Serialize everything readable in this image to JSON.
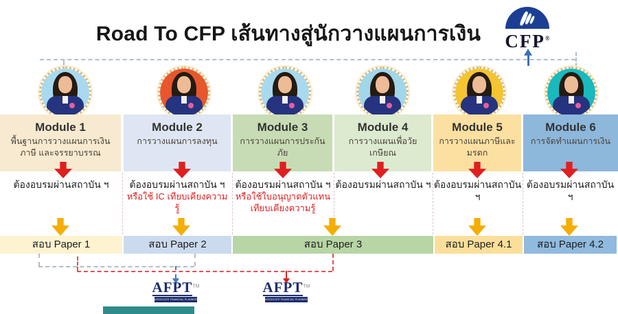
{
  "title": {
    "en": "Road To CFP",
    "th": "เส้นทางสู่นักวางแผนการเงิน"
  },
  "cfp_logo": {
    "label": "CFP",
    "registered": "®"
  },
  "columns": [
    {
      "module": "Module 1",
      "subtitle": "พื้นฐานการวางแผนการเงิน ภาษี และจรรยาบรรณ",
      "training": "ต้องอบรมผ่านสถาบัน ฯ",
      "training_note": "",
      "box_color": "#f7ead0",
      "avatar_color": "#a9d9ee"
    },
    {
      "module": "Module 2",
      "subtitle": "การวางแผนการลงทุน",
      "training": "ต้องอบรมผ่านสถาบัน ฯ",
      "training_note": "หรือใช้ IC เทียบเคียงความรู้",
      "box_color": "#dde6f2",
      "avatar_color": "#e8562d"
    },
    {
      "module": "Module 3",
      "subtitle": "การวางแผนการประกันภัย",
      "training": "ต้องอบรมผ่านสถาบัน ฯ",
      "training_note": "หรือใช้ใบอนุญาตตัวแทน เทียบเคียงความรู้",
      "box_color": "#c7dcb4",
      "avatar_color": "#a9d9ee"
    },
    {
      "module": "Module 4",
      "subtitle": "การวางแผนเพื่อวัยเกษียณ",
      "training": "ต้องอบรมผ่านสถาบัน ฯ",
      "training_note": "",
      "box_color": "#dcead0",
      "avatar_color": "#a2d6e9"
    },
    {
      "module": "Module 5",
      "subtitle": "การวางแผนภาษีและมรดก",
      "training": "ต้องอบรมผ่านสถาบัน ฯ",
      "training_note": "",
      "box_color": "#fce0a2",
      "avatar_color": "#f4c431"
    },
    {
      "module": "Module 6",
      "subtitle": "การจัดทำแผนการเงิน",
      "training": "ต้องอบรมผ่านสถาบัน ฯ",
      "training_note": "",
      "box_color": "#8db7db",
      "avatar_color": "#19b9bd"
    }
  ],
  "papers": [
    {
      "label": "สอบ Paper 1",
      "color": "#fdf3d0"
    },
    {
      "label": "สอบ Paper 2",
      "color": "#ccdaee"
    },
    {
      "label": "สอบ Paper 3",
      "color": "#b7d5a5"
    },
    {
      "label": "สอบ Paper 4.1",
      "color": "#fadf9a"
    },
    {
      "label": "สอบ Paper 4.2",
      "color": "#90bade"
    }
  ],
  "afpt_logo": {
    "label": "AFPT",
    "tm": "TM",
    "banner": "ASSOCIATE FINANCIAL PLANNER THAILAND"
  },
  "colors": {
    "red_arrow": "#e01f1f",
    "yellow_arrow": "#f5ad00",
    "cfp_blue": "#1c3f94",
    "afpt_navy": "#1c2d6b",
    "connector_blue": "#4a78b8",
    "connector_red": "#e03030",
    "teal_bar": "#2f8c8a"
  }
}
